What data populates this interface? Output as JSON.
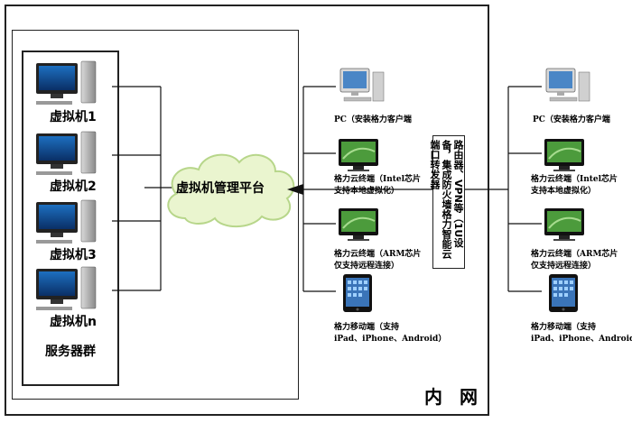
{
  "server_group": {
    "label": "服务器群",
    "vms": [
      "虚拟机1",
      "虚拟机2",
      "虚拟机3",
      "虚拟机n"
    ]
  },
  "platform": {
    "label": "虚拟机管理平台"
  },
  "firewall": {
    "label": "路由器、VPN等（1U设备，集成防火墙格力智能云端口转发器"
  },
  "network": {
    "label": "内 网"
  },
  "clients": [
    {
      "label": "PC（安装格力客户端",
      "icon": "pc-icon"
    },
    {
      "label": "格力云终端（Intel芯片\n支持本地虚拟化）",
      "icon": "monitor-icon"
    },
    {
      "label": "格力云终端（ARM芯片\n仅支持远程连接）",
      "icon": "monitor-icon"
    },
    {
      "label": "格力移动端（支持\niPad、iPhone、Android）",
      "icon": "tablet-icon"
    }
  ],
  "colors": {
    "line": "#111111",
    "cloud": "#e6f2c8",
    "screen": "#3f8f3a"
  }
}
